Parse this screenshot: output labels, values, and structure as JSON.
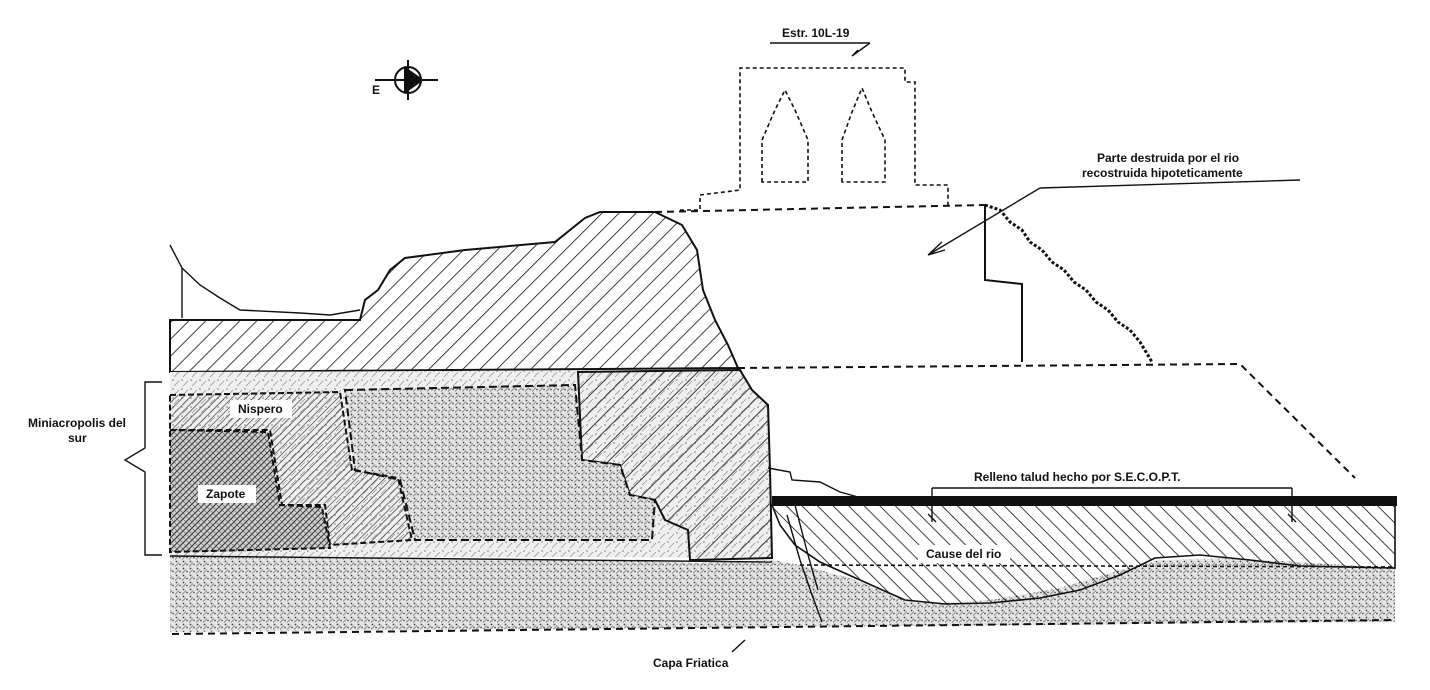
{
  "structure_label": "Estr. 10L-19",
  "compass": {
    "direction_letter": "E",
    "icon": "compass-rose-icon"
  },
  "annotations": {
    "destroyed_part_line1": "Parte destruida por el rio",
    "destroyed_part_line2": "recostruida hipoteticamente",
    "fill_slope": "Relleno talud hecho por  S.E.C.O.P.T.",
    "river_bed": "Cause del rio",
    "water_table": "Capa Friatica",
    "miniacropolis_line1": "Miniacropolis del",
    "miniacropolis_line2": "sur"
  },
  "units": {
    "nispero": "Nispero",
    "zapote": "Zapote"
  },
  "colors": {
    "ink": "#111111",
    "paper": "#ffffff"
  }
}
